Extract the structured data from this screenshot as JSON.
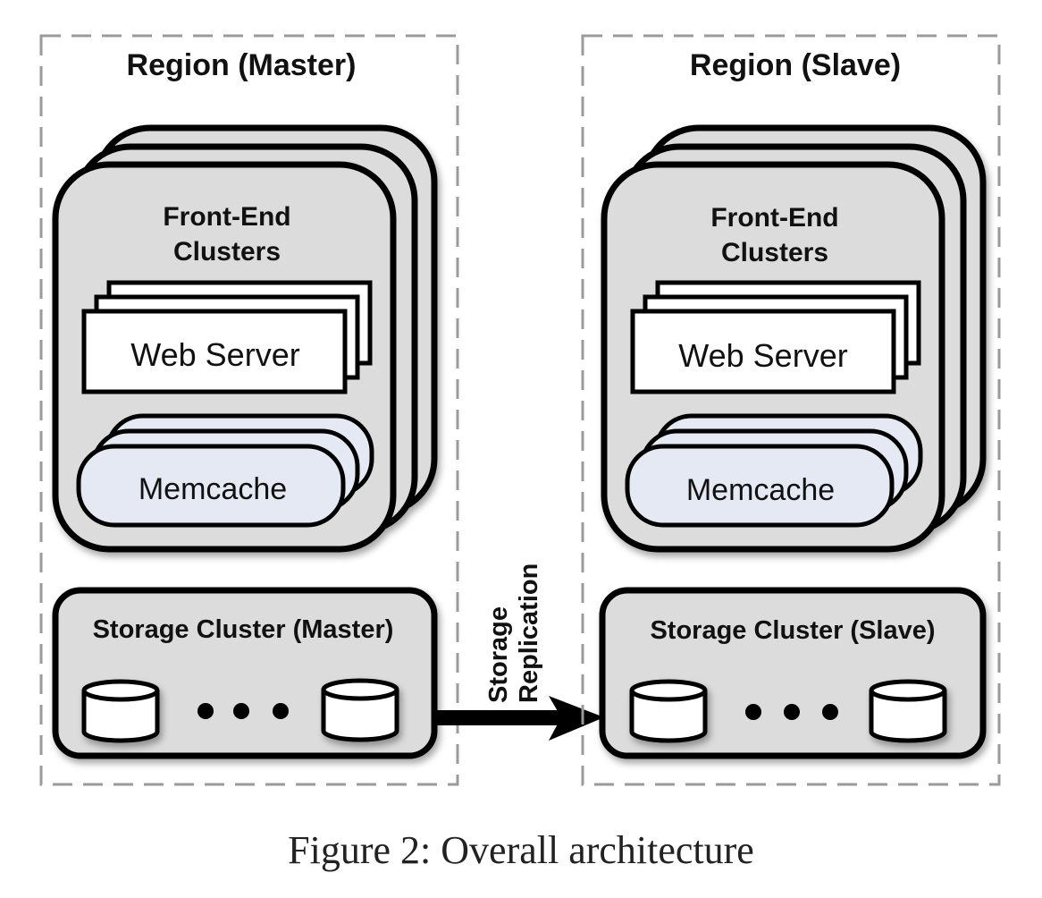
{
  "diagram": {
    "regions": [
      {
        "id": "master",
        "title": "Region (Master)",
        "front_end": {
          "label_line1": "Front-End",
          "label_line2": "Clusters",
          "web_server_label": "Web Server",
          "memcache_label": "Memcache"
        },
        "storage": {
          "label": "Storage Cluster (Master)",
          "ellipsis": "• • •"
        }
      },
      {
        "id": "slave",
        "title": "Region (Slave)",
        "front_end": {
          "label_line1": "Front-End",
          "label_line2": "Clusters",
          "web_server_label": "Web Server",
          "memcache_label": "Memcache"
        },
        "storage": {
          "label": "Storage Cluster (Slave)",
          "ellipsis": "• • •"
        }
      }
    ],
    "replication": {
      "label_line1": "Storage",
      "label_line2": "Replication",
      "direction": "master-to-slave"
    },
    "colors": {
      "cluster_fill": "#dcdcdc",
      "memcache_fill": "#e4e9f3",
      "web_server_fill": "#ffffff",
      "outline": "#000000",
      "region_border": "#9a9a9a"
    }
  },
  "caption": "Figure 2: Overall architecture"
}
